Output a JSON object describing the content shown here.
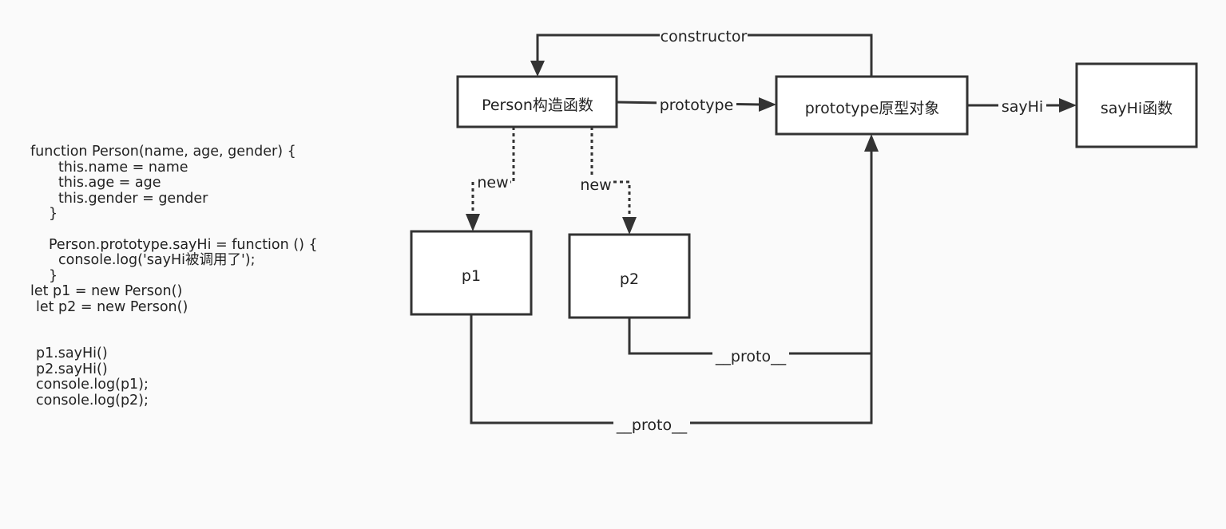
{
  "code": {
    "lines": [
      "function Person(name, age, gender) {",
      "this.name = name",
      "this.age = age",
      "this.gender = gender",
      "}",
      "Person.prototype.sayHi = function () {",
      "console.log('sayHi被调用了');",
      "}",
      "let p1 = new Person()",
      "let p2 = new Person()",
      "p1.sayHi()",
      "p2.sayHi()",
      "console.log(p1);",
      "console.log(p2);"
    ]
  },
  "diagram": {
    "nodes": {
      "person": "Person构造函数",
      "prototype_obj": "prototype原型对象",
      "sayhi_fn": "sayHi函数",
      "p1": "p1",
      "p2": "p2"
    },
    "edges": {
      "constructor": "constructor",
      "prototype": "prototype",
      "sayhi": "sayHi",
      "new_p1": "new",
      "new_p2": "new",
      "proto_p2": "__proto__",
      "proto_p1": "__proto__"
    }
  }
}
